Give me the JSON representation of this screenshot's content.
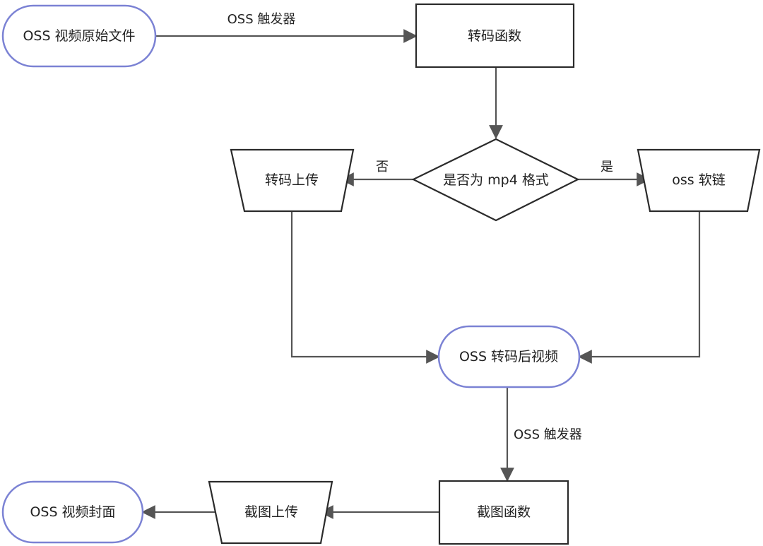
{
  "nodes": {
    "oss_source": "OSS 视频原始文件",
    "transcode_fn": "转码函数",
    "is_mp4": "是否为 mp4 格式",
    "transcode_upload": "转码上传",
    "oss_link": "oss 软链",
    "oss_transcoded": "OSS 转码后视频",
    "snapshot_fn": "截图函数",
    "snapshot_upload": "截图上传",
    "oss_cover": "OSS 视频封面"
  },
  "edges": {
    "trigger_1": "OSS 触发器",
    "no": "否",
    "yes": "是",
    "trigger_2": "OSS 触发器"
  },
  "colors": {
    "terminal_stroke": "#7b82d4",
    "shape_stroke": "#2b2b2b",
    "arrow": "#555555",
    "text": "#222222"
  }
}
